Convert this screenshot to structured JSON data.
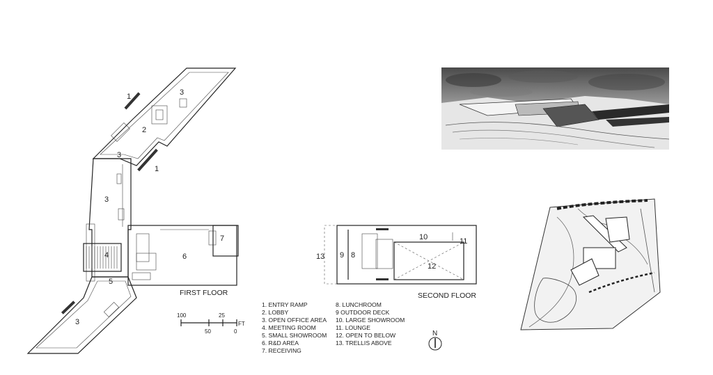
{
  "plans": {
    "first_floor_title": "FIRST FLOOR",
    "second_floor_title": "SECOND FLOOR"
  },
  "room_numbers": {
    "r1a": "1",
    "r1b": "1",
    "r2": "2",
    "r3a": "3",
    "r3b": "3",
    "r3c": "3",
    "r3d": "3",
    "r4": "4",
    "r5": "5",
    "r6": "6",
    "r7": "7",
    "r8": "8",
    "r9": "9",
    "r10": "10",
    "r11": "11",
    "r12": "12",
    "r13": "13"
  },
  "legend": {
    "col1": [
      "1. ENTRY RAMP",
      "2. LOBBY",
      "3. OPEN OFFICE AREA",
      "4. MEETING ROOM",
      "5. SMALL SHOWROOM",
      "6. R&D AREA",
      "7. RECEIVING"
    ],
    "col2": [
      "8. LUNCHROOM",
      "9 OUTDOOR DECK",
      "10. LARGE SHOWROOM",
      "11. LOUNGE",
      "12. OPEN TO BELOW",
      "13. TRELLIS ABOVE"
    ]
  },
  "scale": {
    "top_left": "100",
    "top_right": "25",
    "unit": "FT",
    "bottom_mid": "50",
    "bottom_right": "0"
  },
  "north": {
    "label": "N"
  }
}
